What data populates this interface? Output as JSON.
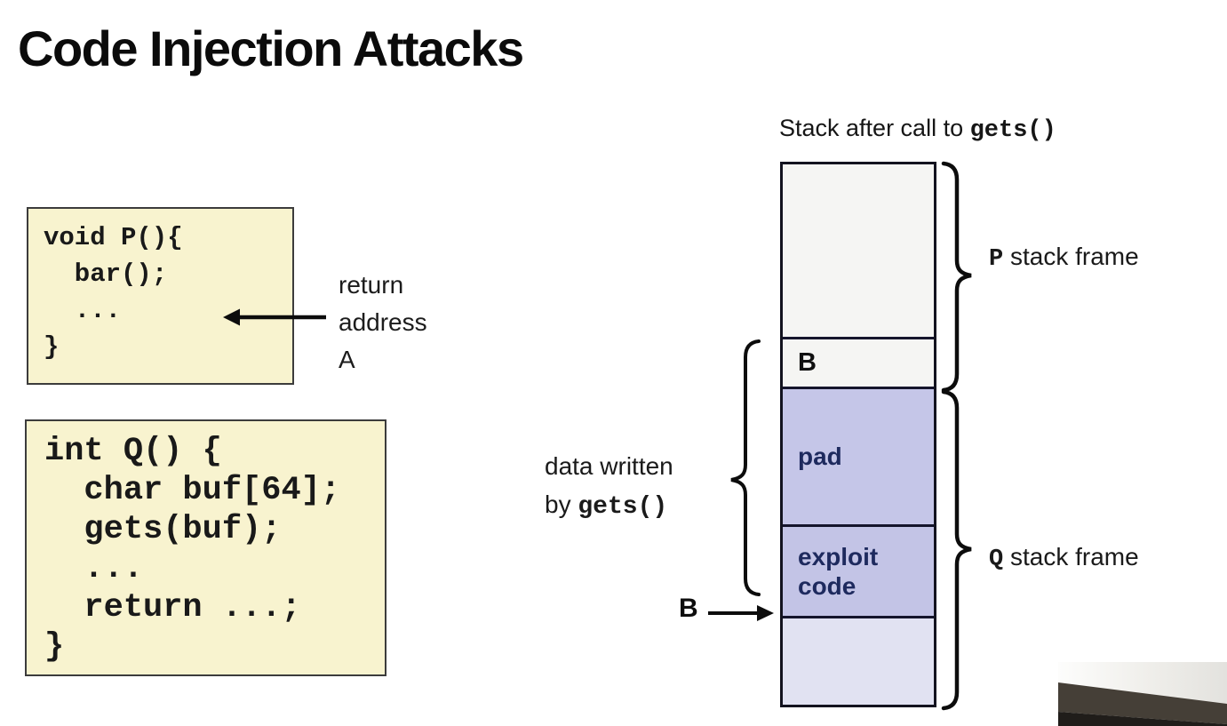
{
  "title": "Code Injection Attacks",
  "code_p": {
    "lines": [
      "void P(){",
      "  bar();",
      "  ...",
      "}"
    ]
  },
  "return_note": {
    "lines": [
      "return",
      "address",
      "A"
    ]
  },
  "code_q": {
    "lines": [
      "int Q() {",
      "  char buf[64];",
      "  gets(buf);",
      "  ...",
      "  return ...;",
      "}"
    ]
  },
  "stack": {
    "caption_prefix": "Stack after call to ",
    "caption_code": "gets()",
    "cells": {
      "b": "B",
      "pad": "pad",
      "exploit": "exploit\ncode"
    }
  },
  "labels": {
    "p_frame_code": "P",
    "p_frame_text": " stack frame",
    "q_frame_code": "Q",
    "q_frame_text": " stack frame",
    "data_written_line1": "data written",
    "data_written_by": "by ",
    "data_written_code": "gets()",
    "b_pointer": "B"
  },
  "icons": {
    "return_address_arrow": "arrow-left",
    "b_arrow": "arrow-right",
    "p_frame_brace": "curly-brace-right",
    "q_frame_brace": "curly-brace-right",
    "data_written_brace": "curly-brace-left"
  },
  "colors": {
    "code_box_bg": "#f8f3cf",
    "code_box_border": "#3c3c3c",
    "stack_gray": "#f5f5f3",
    "stack_lavender": "#c5c6e8",
    "stack_lavender_light": "#e1e2f2",
    "stack_border": "#13131f",
    "navy_label": "#1e2a5e"
  }
}
